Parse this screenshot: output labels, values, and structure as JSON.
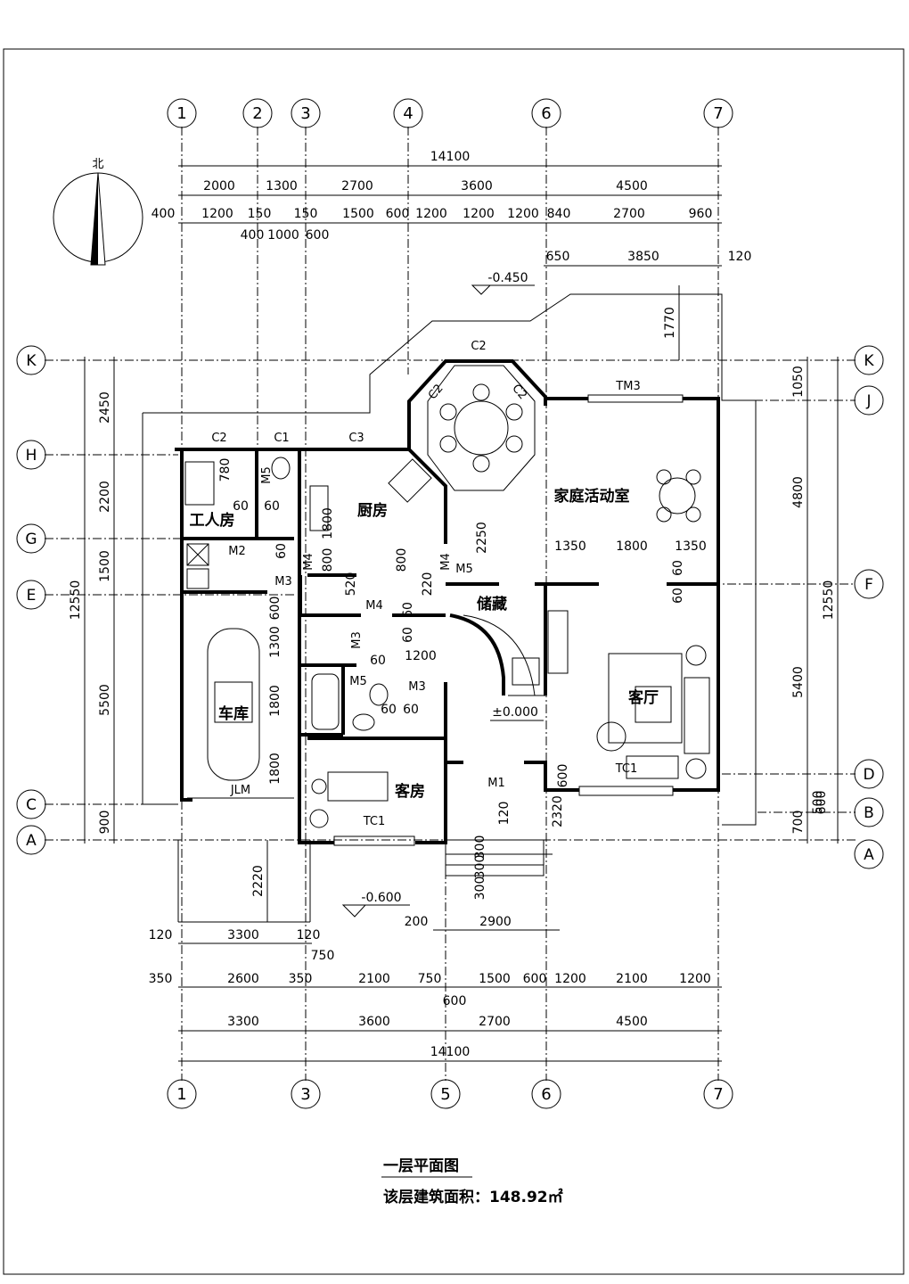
{
  "title": "一层平面图",
  "area_note": "该层建筑面积：148.92㎡",
  "north": "北",
  "axes": {
    "top": [
      "1",
      "2",
      "3",
      "4",
      "6",
      "7"
    ],
    "bottom": [
      "1",
      "3",
      "5",
      "6",
      "7"
    ],
    "left": [
      "K",
      "H",
      "G",
      "E",
      "C",
      "A"
    ],
    "right": [
      "K",
      "J",
      "F",
      "D",
      "B",
      "A"
    ]
  },
  "rooms": {
    "worker": "工人房",
    "kitchen": "厨房",
    "family": "家庭活动室",
    "storage": "储藏",
    "living": "客厅",
    "garage": "车库",
    "guest": "客房"
  },
  "labels": {
    "c2a": "C2",
    "c1": "C1",
    "c3": "C3",
    "c2b": "C2",
    "c2c": "C2",
    "c2d": "C2",
    "tm3": "TM3",
    "m1": "M1",
    "m2": "M2",
    "m3a": "M3",
    "m3b": "M3",
    "m3c": "M3",
    "m4a": "M4",
    "m4b": "M4",
    "m4c": "M4",
    "m5a": "M5",
    "m5b": "M5",
    "m5c": "M5",
    "jlm": "JLM",
    "tc1": "TC1",
    "tc1b": "TC1"
  },
  "levels": {
    "top": "-0.450",
    "mid": "±0.000",
    "bottom": "-0.600"
  },
  "dims": {
    "top_total": "14100",
    "top_row1": [
      "2000",
      "1300",
      "2700",
      "3600",
      "4500"
    ],
    "top_row2": [
      "400",
      "1200",
      "150",
      "150",
      "1500",
      "600",
      "1200",
      "1200",
      "1200",
      "840",
      "2700",
      "960"
    ],
    "top_row3": [
      "400",
      "1000",
      "600"
    ],
    "top_row4": [
      "650",
      "3850",
      "120"
    ],
    "top_1770": "1770",
    "left_total": "12550",
    "left_rows": [
      "2450",
      "2200",
      "1500",
      "5500",
      "900"
    ],
    "right_total": "12550",
    "right_rows": [
      "1050",
      "4800",
      "5400",
      "600",
      "700"
    ],
    "bottom_row0": [
      "120",
      "3300",
      "120",
      "750"
    ],
    "bottom_row1": [
      "350",
      "2600",
      "350",
      "2100",
      "750",
      "1500",
      "600",
      "1200",
      "2100",
      "1200"
    ],
    "bottom_row1b": "600",
    "bottom_row2": [
      "3300",
      "3600",
      "2700",
      "4500"
    ],
    "bottom_total": "14100",
    "bottom_small": [
      "200",
      "2900",
      "2220"
    ],
    "inner": [
      "780",
      "60",
      "60",
      "60",
      "1800",
      "2250",
      "1350",
      "1800",
      "1350",
      "60",
      "60",
      "800",
      "800",
      "520",
      "220",
      "600",
      "1300",
      "1800",
      "1800",
      "60",
      "60",
      "1200",
      "60",
      "60",
      "60",
      "120",
      "2320",
      "300",
      "300",
      "300",
      "500",
      "600"
    ]
  }
}
